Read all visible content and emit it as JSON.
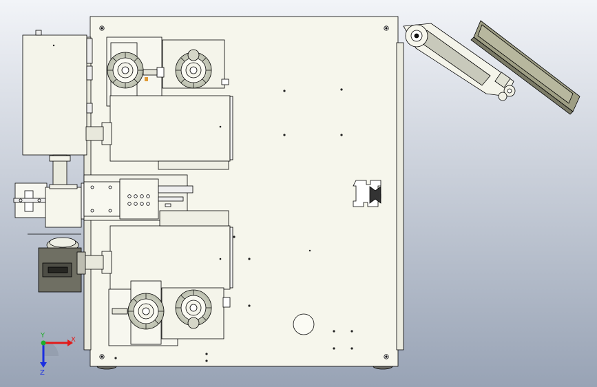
{
  "viewport": {
    "background_top": "#f2f4f8",
    "background_bottom": "#98a3b5"
  },
  "model": {
    "part_fill": "#f6f6ec",
    "part_fill_alt": "#ebebdf",
    "edge_color": "#000000",
    "dark_part_fill": "#6f6f63",
    "wheel_fill": "#a8ad9c",
    "hole_fill": "#151515",
    "orange_accent": "#e09a35",
    "screen_panel_fill": "#9e9e84"
  },
  "triad": {
    "x_label": "X",
    "y_label": "Y",
    "z_label": "Z",
    "x_color": "#e21a1a",
    "y_color": "#1fae2a",
    "z_color": "#1b2fe0"
  }
}
